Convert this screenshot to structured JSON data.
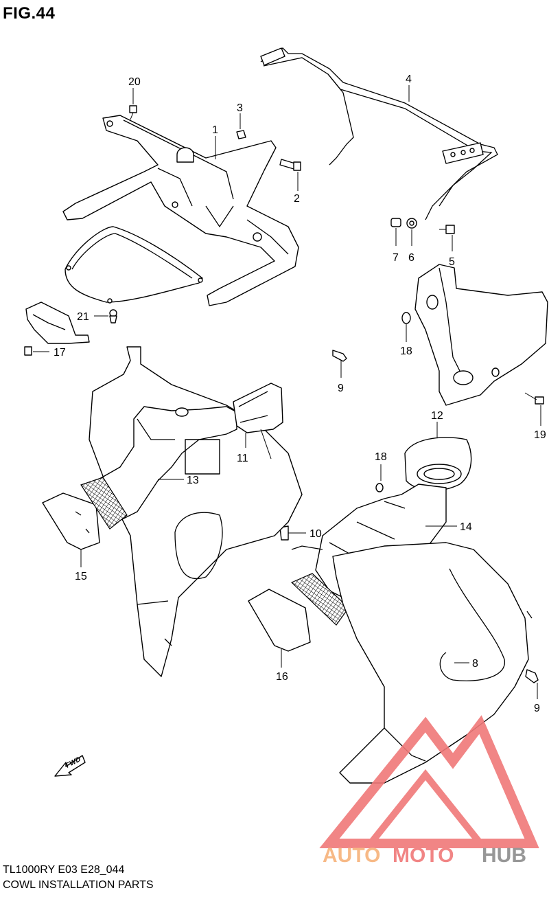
{
  "figure": {
    "title": "FIG.44"
  },
  "callouts": {
    "c1": "1",
    "c2": "2",
    "c3": "3",
    "c4": "4",
    "c5": "5",
    "c6": "6",
    "c7": "7",
    "c8": "8",
    "c9a": "9",
    "c9b": "9",
    "c10": "10",
    "c11": "11",
    "c12": "12",
    "c13": "13",
    "c14": "14",
    "c15": "15",
    "c16": "16",
    "c17": "17",
    "c18a": "18",
    "c18b": "18",
    "c19": "19",
    "c20": "20",
    "c21": "21"
  },
  "fwd_label": "FWD",
  "footer": {
    "code": "TL1000RY E03 E28_044",
    "description": "COWL INSTALLATION PARTS"
  },
  "watermark": {
    "part1": "AUTO",
    "part2": "MOTO",
    "part3": "HUB",
    "color1": "#f7b27a",
    "color2": "#f07878",
    "color3": "#8c8c8c"
  }
}
